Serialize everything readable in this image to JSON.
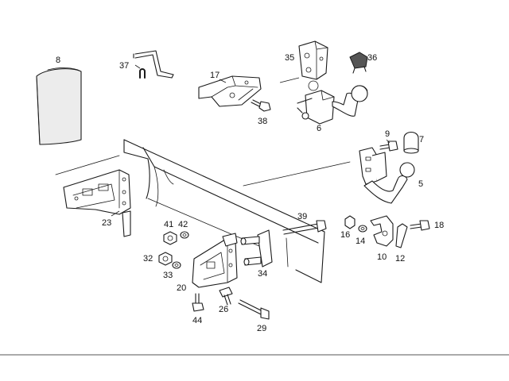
{
  "callouts": [
    {
      "id": "p8",
      "label": "8"
    },
    {
      "id": "p37",
      "label": "37"
    },
    {
      "id": "p17",
      "label": "17"
    },
    {
      "id": "p35",
      "label": "35"
    },
    {
      "id": "p36",
      "label": "36"
    },
    {
      "id": "p38",
      "label": "38"
    },
    {
      "id": "p6",
      "label": "6"
    },
    {
      "id": "p9",
      "label": "9"
    },
    {
      "id": "p7",
      "label": "7"
    },
    {
      "id": "p5",
      "label": "5"
    },
    {
      "id": "p23",
      "label": "23"
    },
    {
      "id": "p39",
      "label": "39"
    },
    {
      "id": "p41",
      "label": "41"
    },
    {
      "id": "p42",
      "label": "42"
    },
    {
      "id": "p16",
      "label": "16"
    },
    {
      "id": "p14",
      "label": "14"
    },
    {
      "id": "p18",
      "label": "18"
    },
    {
      "id": "p10",
      "label": "10"
    },
    {
      "id": "p12",
      "label": "12"
    },
    {
      "id": "p32",
      "label": "32"
    },
    {
      "id": "p33",
      "label": "33"
    },
    {
      "id": "p20",
      "label": "20"
    },
    {
      "id": "p34",
      "label": "34"
    },
    {
      "id": "p26",
      "label": "26"
    },
    {
      "id": "p44",
      "label": "44"
    },
    {
      "id": "p29",
      "label": "29"
    }
  ]
}
